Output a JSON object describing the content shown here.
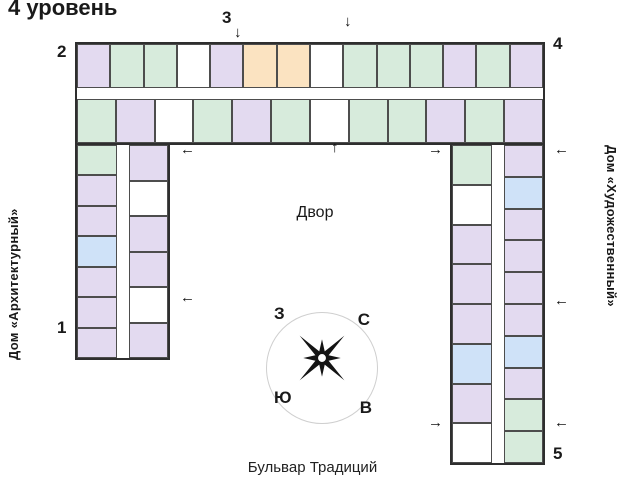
{
  "title": "4 уровень",
  "houses": {
    "left": "Дом «Архитектурный»",
    "right": "Дом «Художественный»"
  },
  "courtyard_label": "Двор",
  "street_label": "Бульвар Традиций",
  "section_numbers": {
    "s1": "1",
    "s2": "2",
    "s3": "3",
    "s4": "4",
    "s5": "5"
  },
  "compass": {
    "west": "З",
    "north": "С",
    "south": "Ю",
    "east": "В"
  },
  "arrows": {
    "down": "↓",
    "up": "↑",
    "left": "←",
    "right": "→"
  },
  "palette": {
    "green": "#d7ebdc",
    "purple": "#e3daf0",
    "blue": "#cfe2f8",
    "orange": "#fbe3c1",
    "white": "#ffffff"
  },
  "plan": {
    "top_bar": {
      "north_row": [
        "purple",
        "green",
        "green",
        "white",
        "purple",
        "orange",
        "orange",
        "white",
        "green",
        "green",
        "green",
        "purple",
        "green",
        "purple"
      ],
      "south_row": [
        "green",
        "purple",
        "white",
        "green",
        "purple",
        "green",
        "white",
        "green",
        "green",
        "purple",
        "green",
        "purple"
      ]
    },
    "left_wing": {
      "west_col": [
        "green",
        "purple",
        "purple",
        "blue",
        "purple",
        "purple",
        "purple"
      ],
      "east_col": [
        "purple",
        "white",
        "purple",
        "purple",
        "white",
        "purple"
      ]
    },
    "right_wing": {
      "west_col": [
        "green",
        "white",
        "purple",
        "purple",
        "purple",
        "blue",
        "purple",
        "white"
      ],
      "east_col": [
        "purple",
        "blue",
        "purple",
        "purple",
        "purple",
        "purple",
        "blue",
        "purple",
        "green",
        "green"
      ]
    }
  }
}
